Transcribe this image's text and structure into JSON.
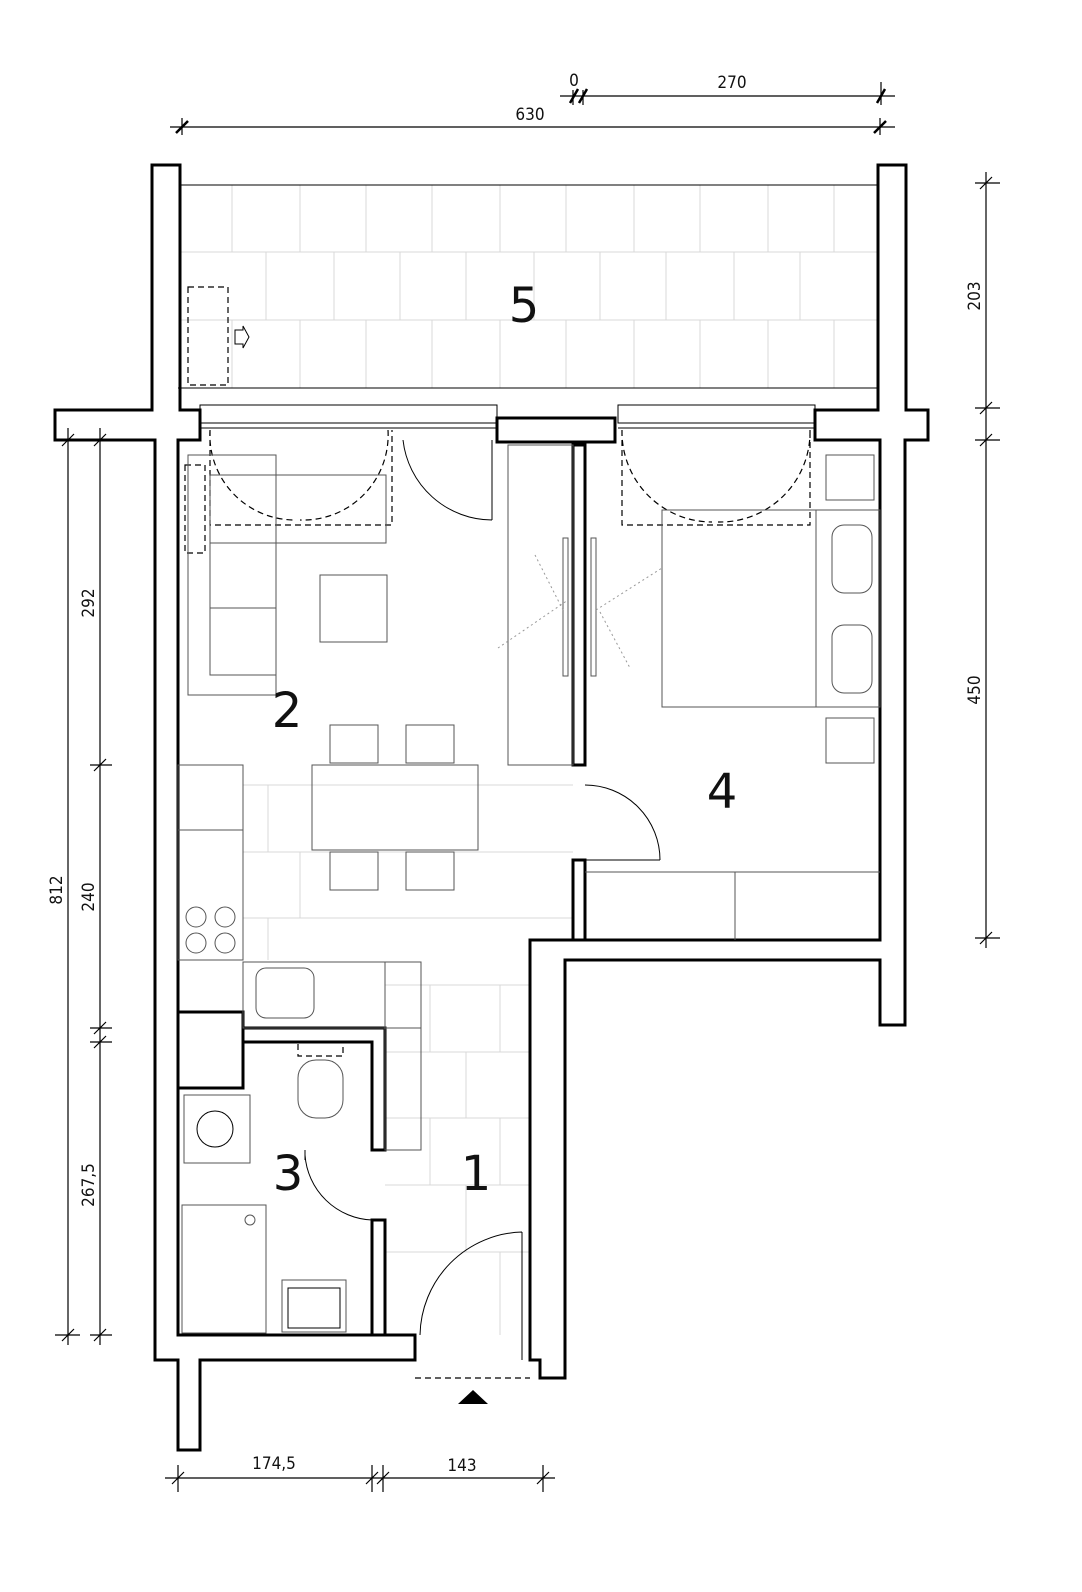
{
  "plan": {
    "rooms": [
      {
        "number": "1"
      },
      {
        "number": "2"
      },
      {
        "number": "3"
      },
      {
        "number": "4"
      },
      {
        "number": "5"
      }
    ],
    "dimensions": {
      "top_small": "0",
      "top_right": "270",
      "top_total": "630",
      "right_balcony": "203",
      "right_room": "450",
      "left_total": "812",
      "left_upper": "292",
      "left_middle": "240",
      "left_lower": "267,5",
      "bottom_left": "174,5",
      "bottom_right": "143"
    }
  }
}
